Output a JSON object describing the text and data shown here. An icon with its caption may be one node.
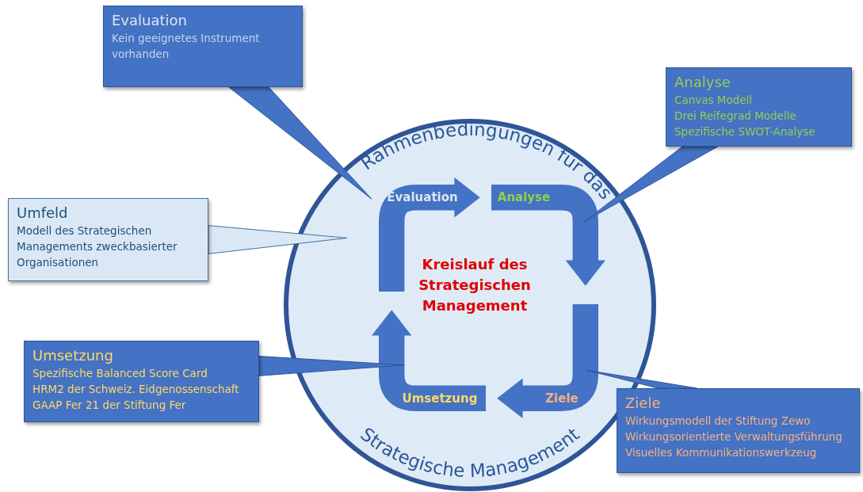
{
  "diagram": {
    "nodes": [
      {
        "text": [
          "Rahmenbedingungen für das",
          "Strategische Management"
        ]
      },
      {
        "text": [
          "Kreislauf des Strategischen Management"
        ],
        "in": 0
      },
      {
        "text": [
          "Evaluation"
        ],
        "in": 0
      },
      {
        "text": [
          "Analyse"
        ],
        "in": 0
      },
      {
        "text": [
          "Ziele"
        ],
        "in": 0
      },
      {
        "text": [
          "Umsetzung"
        ],
        "in": 0
      },
      {
        "text": [
          "Evaluation",
          "Kein geeignetes Instrument vorhanden"
        ]
      },
      {
        "text": [
          "Analyse",
          "Canvas Modell",
          "Drei Reifegrad Modelle",
          "Spezifische SWOT-Analyse"
        ]
      },
      {
        "text": [
          "Umfeld",
          "Modell des Strategischen Managements zweckbasierter Organisationen"
        ]
      },
      {
        "text": [
          "Umsetzung",
          "Spezifische Balanced Score Card",
          "HRM2 der Schweiz. Eidgenossenschaft",
          "GAAP Fer 21 der Stiftung Fer"
        ]
      },
      {
        "text": [
          "Ziele",
          "Wirkungsmodell der Stiftung Zewo",
          "Wirkungsorientierte Verwaltungsführung",
          "Visuelles  Kommunikationswerkzeug"
        ]
      }
    ],
    "edges": [
      {
        "from": 6,
        "to": 2,
        "arrow": "none"
      },
      {
        "from": 7,
        "to": 3,
        "arrow": "none"
      },
      {
        "from": 8,
        "to": 0,
        "arrow": "none"
      },
      {
        "from": 9,
        "to": 5,
        "arrow": "none"
      },
      {
        "from": 10,
        "to": 4,
        "arrow": "none"
      }
    ]
  }
}
